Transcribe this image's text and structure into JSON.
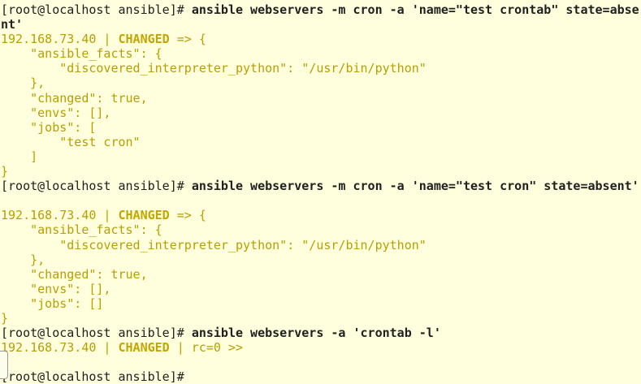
{
  "terminal": {
    "colors": {
      "background": "#ffffde",
      "foreground": "#202020",
      "output_gold": "#b89e00",
      "output_gold_bold": "#c3a600"
    },
    "prompt_label": "[root@localhost ansible]# ",
    "commands": [
      "ansible webservers -m cron -a 'name=\"test crontab\" state=absent'",
      "ansible webservers -m cron -a 'name=\"test cron\" state=absent'",
      "ansible webservers -a 'crontab -l'"
    ],
    "host_ip": "192.168.73.40",
    "status_label": "CHANGED",
    "return_code": "rc=0",
    "lines": [
      {
        "segments": [
          {
            "t": "[root@localhost ansible]# ",
            "s": "prompt"
          },
          {
            "t": "ansible webservers -m cron -a 'name=\"test crontab\" state=abse",
            "s": "cmd"
          }
        ]
      },
      {
        "segments": [
          {
            "t": "nt'",
            "s": "cmd"
          }
        ]
      },
      {
        "segments": [
          {
            "t": "192.168.73.40 | ",
            "s": "out"
          },
          {
            "t": "CHANGED",
            "s": "out-bold"
          },
          {
            "t": " => {",
            "s": "out"
          }
        ]
      },
      {
        "segments": [
          {
            "t": "    \"ansible_facts\": {",
            "s": "out"
          }
        ]
      },
      {
        "segments": [
          {
            "t": "        \"discovered_interpreter_python\": \"/usr/bin/python\"",
            "s": "out"
          }
        ]
      },
      {
        "segments": [
          {
            "t": "    },",
            "s": "out"
          }
        ]
      },
      {
        "segments": [
          {
            "t": "    \"changed\": true,",
            "s": "out"
          }
        ]
      },
      {
        "segments": [
          {
            "t": "    \"envs\": [],",
            "s": "out"
          }
        ]
      },
      {
        "segments": [
          {
            "t": "    \"jobs\": [",
            "s": "out"
          }
        ]
      },
      {
        "segments": [
          {
            "t": "        \"test cron\"",
            "s": "out"
          }
        ]
      },
      {
        "segments": [
          {
            "t": "    ]",
            "s": "out"
          }
        ]
      },
      {
        "segments": [
          {
            "t": "}",
            "s": "out"
          }
        ]
      },
      {
        "segments": [
          {
            "t": "[root@localhost ansible]# ",
            "s": "prompt"
          },
          {
            "t": "ansible webservers -m cron -a 'name=\"test cron\" state=absent'",
            "s": "cmd"
          }
        ]
      },
      {
        "segments": []
      },
      {
        "segments": [
          {
            "t": "192.168.73.40 | ",
            "s": "out"
          },
          {
            "t": "CHANGED",
            "s": "out-bold"
          },
          {
            "t": " => {",
            "s": "out"
          }
        ]
      },
      {
        "segments": [
          {
            "t": "    \"ansible_facts\": {",
            "s": "out"
          }
        ]
      },
      {
        "segments": [
          {
            "t": "        \"discovered_interpreter_python\": \"/usr/bin/python\"",
            "s": "out"
          }
        ]
      },
      {
        "segments": [
          {
            "t": "    },",
            "s": "out"
          }
        ]
      },
      {
        "segments": [
          {
            "t": "    \"changed\": true,",
            "s": "out"
          }
        ]
      },
      {
        "segments": [
          {
            "t": "    \"envs\": [],",
            "s": "out"
          }
        ]
      },
      {
        "segments": [
          {
            "t": "    \"jobs\": []",
            "s": "out"
          }
        ]
      },
      {
        "segments": [
          {
            "t": "}",
            "s": "out"
          }
        ]
      },
      {
        "segments": [
          {
            "t": "[root@localhost ansible]# ",
            "s": "prompt"
          },
          {
            "t": "ansible webservers -a 'crontab -l'",
            "s": "cmd"
          }
        ]
      },
      {
        "segments": [
          {
            "t": "192.168.73.40 | ",
            "s": "out"
          },
          {
            "t": "CHANGED",
            "s": "out-bold"
          },
          {
            "t": " | rc=0 >>",
            "s": "out"
          }
        ]
      },
      {
        "segments": []
      },
      {
        "segments": [
          {
            "t": "[root@localhost ansible]# ",
            "s": "prompt"
          }
        ]
      }
    ]
  }
}
